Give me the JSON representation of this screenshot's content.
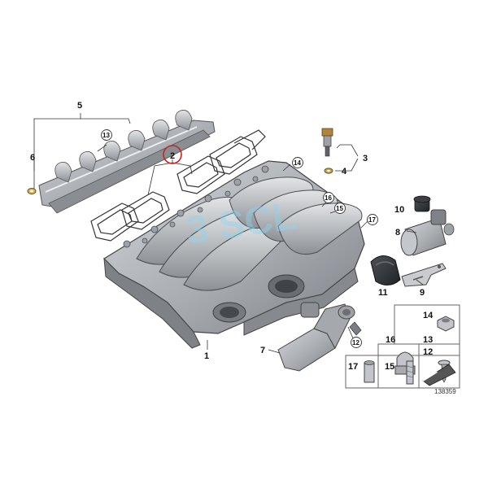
{
  "callouts": {
    "c1": "1",
    "c2": "2",
    "c3": "3",
    "c4": "4",
    "c5": "5",
    "c6": "6",
    "c7": "7",
    "c8": "8",
    "c9": "9",
    "c10": "10",
    "c11": "11",
    "c12": "12",
    "c13": "13",
    "c14": "14",
    "c15": "15",
    "c16": "16",
    "c17": "17"
  },
  "legend": {
    "l14": "14",
    "l16": "16",
    "l13": "13",
    "l12": "12",
    "l17": "17",
    "l15": "15"
  },
  "reference_number": "138359",
  "colors": {
    "highlight": "#cc2222",
    "part_fill": "#b9bcc0",
    "part_dark": "#6f7378",
    "watermark": "#8fd3ee"
  },
  "watermark_text": "3 SCL"
}
